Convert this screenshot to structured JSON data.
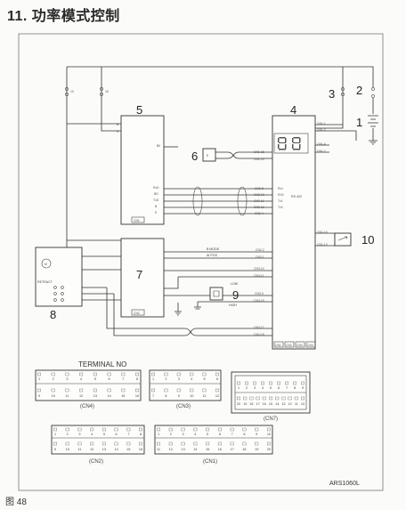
{
  "page": {
    "title": "11. 功率模式控制",
    "footer": "图 48",
    "drawing_code": "ARS1060L",
    "terminal_heading": "TERMINAL NO"
  },
  "callouts": {
    "n1": "1",
    "n2": "2",
    "n3": "3",
    "n4": "4",
    "n5": "5",
    "n6": "6",
    "n7": "7",
    "n8": "8",
    "n9": "9",
    "n10": "10"
  },
  "signals": {
    "b_mode": "B MODE",
    "a_pos": "AI POS",
    "rs422": "RS 422",
    "retract": "RETRACT",
    "low": "LOW",
    "high": "HIGH"
  },
  "pins5": {
    "b": "B",
    "r": "R",
    "bo": "B0",
    "rxd": "RxD",
    "bd": "BD",
    "txd": "TxD",
    "bpin": "B",
    "e": "E",
    "cnbox": "CN1"
  },
  "pins4": {
    "cn11": "CN1-1",
    "cn12": "CN1-2",
    "cn16": "CN1-6",
    "cn17": "CN1-7",
    "cn15": "CN1-15",
    "cn113": "CN1-13",
    "cn28": "CN2-8",
    "cn210": "CN2-10",
    "cn211": "CN2-11",
    "cn212": "CN2-12",
    "cn24": "CN2-4",
    "r1": "Rx1",
    "r2": "RX2",
    "t1": "Tx1",
    "t2": "Tx2",
    "cn22": "CN2-2",
    "cn21": "CN2-1",
    "cn310": "CN3-10",
    "cn311": "CN3-11",
    "cn39": "CN3-9",
    "cn315": "CN3-15",
    "cn217": "CN2-17",
    "cn218": "CN2-18",
    "cn413": "CN1-13",
    "cn410": "CN1-10",
    "foot1": "CN1",
    "foot2": "CN2",
    "foot3": "CN3",
    "foot4": "CN4"
  },
  "pins7": {
    "cnbox": "CN2"
  },
  "connectors": {
    "cn4": {
      "label": "(CN4)",
      "top": [
        "1",
        "2",
        "3",
        "4",
        "5",
        "6",
        "7",
        "8"
      ],
      "bottom": [
        "9",
        "10",
        "11",
        "12",
        "13",
        "14",
        "15",
        "16"
      ]
    },
    "cn3": {
      "label": "(CN3)",
      "top": [
        "1",
        "2",
        "3",
        "4",
        "5",
        "6"
      ],
      "bottom": [
        "7",
        "8",
        "9",
        "10",
        "11",
        "12"
      ]
    },
    "cn7": {
      "label": "(CN7)",
      "top": [
        "1",
        "2",
        "3",
        "4",
        "5",
        "6",
        "7",
        "8",
        "9"
      ],
      "bottom": [
        "20",
        "19",
        "18",
        "17",
        "16",
        "15",
        "14",
        "13",
        "12",
        "11",
        "10"
      ]
    },
    "cn2": {
      "label": "(CN2)",
      "top": [
        "1",
        "2",
        "3",
        "4",
        "5",
        "6",
        "7",
        "8"
      ],
      "bottom": [
        "9",
        "10",
        "11",
        "12",
        "13",
        "14",
        "15",
        "16"
      ]
    },
    "cn1": {
      "label": "(CN1)",
      "top": [
        "1",
        "2",
        "3",
        "4",
        "5",
        "6",
        "7",
        "8",
        "9",
        "10"
      ],
      "bottom": [
        "11",
        "12",
        "13",
        "14",
        "15",
        "16",
        "17",
        "18",
        "19",
        "20"
      ]
    }
  }
}
